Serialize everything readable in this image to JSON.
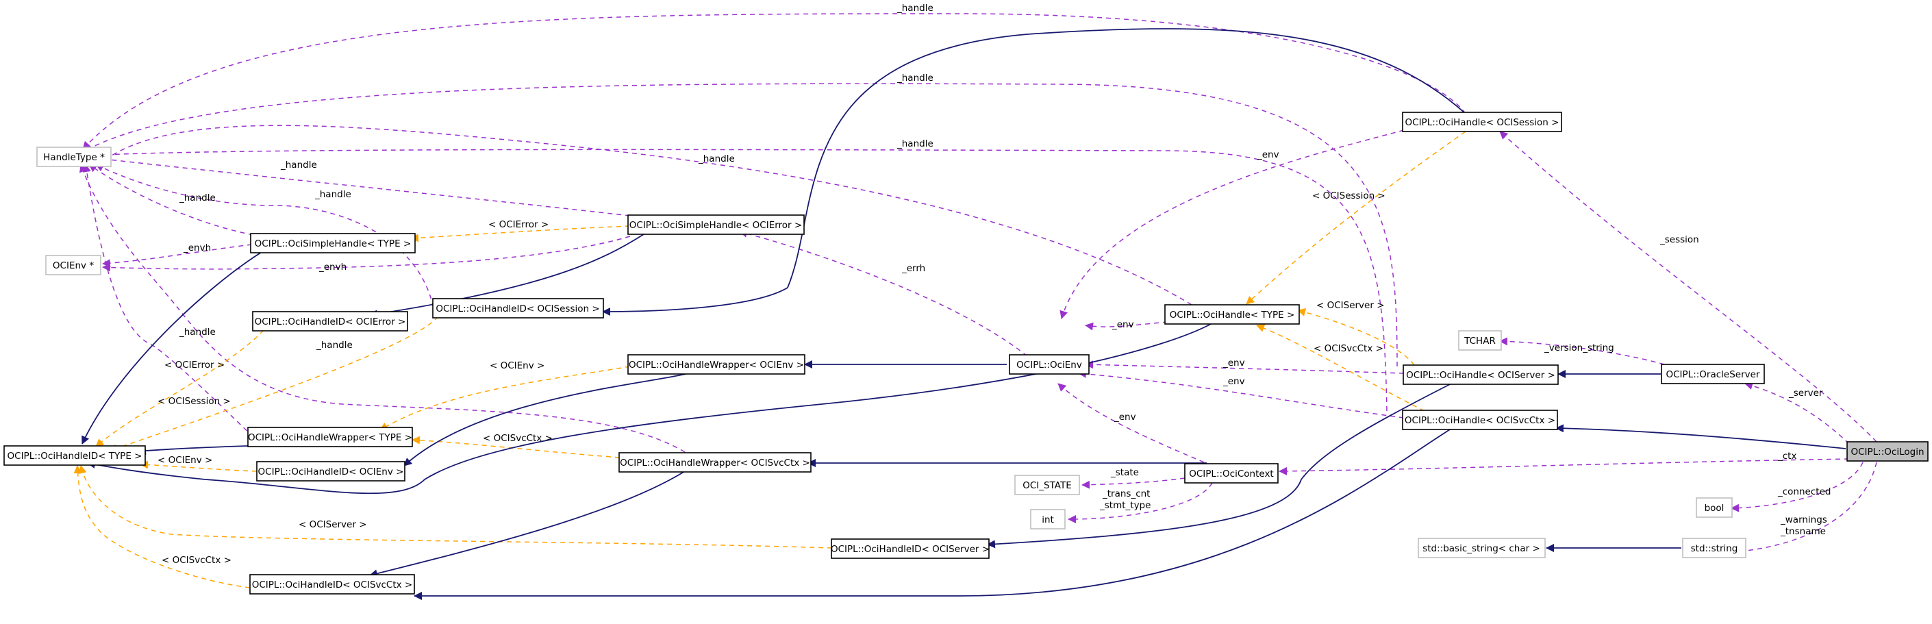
{
  "colors": {
    "inherit": "#191970",
    "use": "#9a32cd",
    "template": "#ffa500"
  },
  "nodes": [
    {
      "id": "handletype",
      "label": "HandleType *",
      "dim": true
    },
    {
      "id": "ocienv_ptr",
      "label": "OCIEnv *",
      "dim": true
    },
    {
      "id": "ocihandleid_type",
      "label": "OCIPL::OciHandleID< TYPE >"
    },
    {
      "id": "ocisimplehandle_type",
      "label": "OCIPL::OciSimpleHandle< TYPE >"
    },
    {
      "id": "ocihandleid_ocierror",
      "label": "OCIPL::OciHandleID< OCIError >"
    },
    {
      "id": "ocihandlewrapper_type",
      "label": "OCIPL::OciHandleWrapper< TYPE >"
    },
    {
      "id": "ocihandleid_ocienv",
      "label": "OCIPL::OciHandleID< OCIEnv >"
    },
    {
      "id": "ocihandleid_ocisvcctx",
      "label": "OCIPL::OciHandleID< OCISvcCtx >"
    },
    {
      "id": "ocihandleid_ocisession",
      "label": "OCIPL::OciHandleID< OCISession >"
    },
    {
      "id": "ocisimplehandle_ocierror",
      "label": "OCIPL::OciSimpleHandle< OCIError >"
    },
    {
      "id": "ocihandlewrapper_ocienv",
      "label": "OCIPL::OciHandleWrapper< OCIEnv >"
    },
    {
      "id": "ocihandlewrapper_ocisvcctx",
      "label": "OCIPL::OciHandleWrapper< OCISvcCtx >"
    },
    {
      "id": "ocihandleid_ociserver",
      "label": "OCIPL::OciHandleID< OCIServer >"
    },
    {
      "id": "ocienv",
      "label": "OCIPL::OciEnv"
    },
    {
      "id": "oci_state",
      "label": "OCI_STATE",
      "dim": true
    },
    {
      "id": "int",
      "label": "int",
      "dim": true
    },
    {
      "id": "ocicontext",
      "label": "OCIPL::OciContext"
    },
    {
      "id": "ocihandle_type",
      "label": "OCIPL::OciHandle< TYPE >"
    },
    {
      "id": "ocihandle_ocisession",
      "label": "OCIPL::OciHandle< OCISession >"
    },
    {
      "id": "tchar",
      "label": "TCHAR",
      "dim": true
    },
    {
      "id": "ocihandle_ociserver",
      "label": "OCIPL::OciHandle< OCIServer >"
    },
    {
      "id": "ocihandle_ocisvcctx",
      "label": "OCIPL::OciHandle< OCISvcCtx >"
    },
    {
      "id": "std_basic_string",
      "label": "std::basic_string< char >",
      "dim": true
    },
    {
      "id": "oracleserver",
      "label": "OCIPL::OracleServer"
    },
    {
      "id": "bool",
      "label": "bool",
      "dim": true
    },
    {
      "id": "std_string",
      "label": "std::string",
      "dim": true
    },
    {
      "id": "ocilogin",
      "label": "OCIPL::OciLogin",
      "focus": true
    }
  ],
  "edge_labels": {
    "handle_top": "_handle",
    "handle_second": "_handle",
    "handle_third": "_handle",
    "handle_simple": "_handle",
    "handle_mid": "_handle",
    "handle_simpleleft": "_handle",
    "handle_wrapperleft": "_handle",
    "handle_wrapper": "_handle",
    "handle_ocihandle": "_handle",
    "envh_1": "_envh",
    "envh_2": "_envh",
    "errh": "_errh",
    "env_1": "_env",
    "env_2": "_env",
    "env_3": "_env",
    "env_4": "_env",
    "env_5": "_env",
    "state": "_state",
    "trans_cnt": "_trans_cnt",
    "stmt_type": "_stmt_type",
    "session": "_session",
    "server": "_server",
    "ctx": "_ctx",
    "connected": "_connected",
    "warnings": "_warnings",
    "tnsname": "_tnsname",
    "version_string": "_version_string",
    "t_ocierror_1": "< OCIError >",
    "t_ocierror_2": "< OCIError >",
    "t_ocisession_1": "< OCISession >",
    "t_ocisession_2": "< OCISession >",
    "t_ocienv_1": "< OCIEnv >",
    "t_ocienv_2": "< OCIEnv >",
    "t_ocisvcctx_1": "< OCISvcCtx >",
    "t_ocisvcctx_2": "< OCISvcCtx >",
    "t_ociserver_1": "< OCIServer >",
    "t_ociserver_2": "< OCIServer >",
    "t_ocisvcctx_3": "< OCISvcCtx >"
  }
}
